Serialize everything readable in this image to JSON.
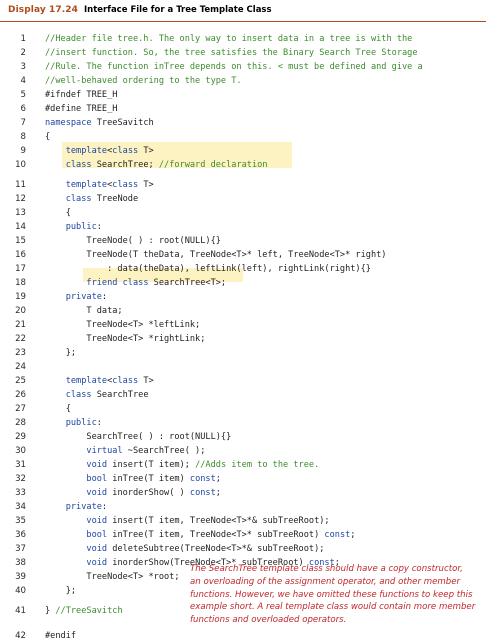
{
  "display_label": "Display 17.24",
  "display_title": "Interface File for a Tree Template Class",
  "lines": [
    {
      "n": "1",
      "code": [
        [
          "c",
          "//Header file tree.h. The only way to insert data in a tree is with the"
        ]
      ]
    },
    {
      "n": "2",
      "code": [
        [
          "c",
          "//insert function. So, the tree satisfies the Binary Search Tree Storage"
        ]
      ]
    },
    {
      "n": "3",
      "code": [
        [
          "c",
          "//Rule. The function inTree depends on this. < must be defined and give a"
        ]
      ]
    },
    {
      "n": "4",
      "code": [
        [
          "c",
          "//well-behaved ordering to the type T."
        ]
      ]
    },
    {
      "n": "5",
      "code": [
        [
          "t",
          "#ifndef TREE_H"
        ]
      ]
    },
    {
      "n": "6",
      "code": [
        [
          "t",
          "#define TREE_H"
        ]
      ]
    },
    {
      "n": "7",
      "code": [
        [
          "k",
          "namespace"
        ],
        [
          "t",
          " TreeSavitch"
        ]
      ]
    },
    {
      "n": "8",
      "code": [
        [
          "t",
          "{"
        ]
      ]
    },
    {
      "n": "9",
      "code": [
        [
          "t",
          "    "
        ],
        [
          "k",
          "template"
        ],
        [
          "t",
          "<"
        ],
        [
          "k",
          "class"
        ],
        [
          "t",
          " T>"
        ]
      ]
    },
    {
      "n": "10",
      "code": [
        [
          "t",
          "    "
        ],
        [
          "k",
          "class"
        ],
        [
          "t",
          " SearchTree; "
        ],
        [
          "c",
          "//forward declaration"
        ]
      ]
    },
    {
      "n": "11",
      "code": [
        [
          "t",
          "    "
        ],
        [
          "k",
          "template"
        ],
        [
          "t",
          "<"
        ],
        [
          "k",
          "class"
        ],
        [
          "t",
          " T>"
        ]
      ]
    },
    {
      "n": "12",
      "code": [
        [
          "t",
          "    "
        ],
        [
          "k",
          "class"
        ],
        [
          "t",
          " TreeNode"
        ]
      ]
    },
    {
      "n": "13",
      "code": [
        [
          "t",
          "    {"
        ]
      ]
    },
    {
      "n": "14",
      "code": [
        [
          "t",
          "    "
        ],
        [
          "k",
          "public"
        ],
        [
          "t",
          ":"
        ]
      ]
    },
    {
      "n": "15",
      "code": [
        [
          "t",
          "        TreeNode( ) : root(NULL){}"
        ]
      ]
    },
    {
      "n": "16",
      "code": [
        [
          "t",
          "        TreeNode(T theData, TreeNode<T>* left, TreeNode<T>* right)"
        ]
      ]
    },
    {
      "n": "17",
      "code": [
        [
          "t",
          "            : data(theData), leftLink(left), rightLink(right){}"
        ]
      ]
    },
    {
      "n": "18",
      "code": [
        [
          "t",
          "        "
        ],
        [
          "k",
          "friend class"
        ],
        [
          "t",
          " SearchTree<T>;"
        ]
      ]
    },
    {
      "n": "19",
      "code": [
        [
          "t",
          "    "
        ],
        [
          "k",
          "private"
        ],
        [
          "t",
          ":"
        ]
      ]
    },
    {
      "n": "20",
      "code": [
        [
          "t",
          "        T data;"
        ]
      ]
    },
    {
      "n": "21",
      "code": [
        [
          "t",
          "        TreeNode<T> *leftLink;"
        ]
      ]
    },
    {
      "n": "22",
      "code": [
        [
          "t",
          "        TreeNode<T> *rightLink;"
        ]
      ]
    },
    {
      "n": "23",
      "code": [
        [
          "t",
          "    };"
        ]
      ]
    },
    {
      "n": "24",
      "code": []
    },
    {
      "n": "25",
      "code": [
        [
          "t",
          "    "
        ],
        [
          "k",
          "template"
        ],
        [
          "t",
          "<"
        ],
        [
          "k",
          "class"
        ],
        [
          "t",
          " T>"
        ]
      ]
    },
    {
      "n": "26",
      "code": [
        [
          "t",
          "    "
        ],
        [
          "k",
          "class"
        ],
        [
          "t",
          " SearchTree"
        ]
      ]
    },
    {
      "n": "27",
      "code": [
        [
          "t",
          "    {"
        ]
      ]
    },
    {
      "n": "28",
      "code": [
        [
          "t",
          "    "
        ],
        [
          "k",
          "public"
        ],
        [
          "t",
          ":"
        ]
      ]
    },
    {
      "n": "29",
      "code": [
        [
          "t",
          "        SearchTree( ) : root(NULL){}"
        ]
      ]
    },
    {
      "n": "30",
      "code": [
        [
          "t",
          "        "
        ],
        [
          "k",
          "virtual"
        ],
        [
          "t",
          " ~SearchTree( );"
        ]
      ]
    },
    {
      "n": "31",
      "code": [
        [
          "t",
          "        "
        ],
        [
          "k",
          "void"
        ],
        [
          "t",
          " insert(T item); "
        ],
        [
          "c",
          "//Adds item to the tree."
        ]
      ]
    },
    {
      "n": "32",
      "code": [
        [
          "t",
          "        "
        ],
        [
          "k",
          "bool"
        ],
        [
          "t",
          " inTree(T item) "
        ],
        [
          "k",
          "const"
        ],
        [
          "t",
          ";"
        ]
      ]
    },
    {
      "n": "33",
      "code": [
        [
          "t",
          "        "
        ],
        [
          "k",
          "void"
        ],
        [
          "t",
          " inorderShow( ) "
        ],
        [
          "k",
          "const"
        ],
        [
          "t",
          ";"
        ]
      ]
    },
    {
      "n": "34",
      "code": [
        [
          "t",
          "    "
        ],
        [
          "k",
          "private"
        ],
        [
          "t",
          ":"
        ]
      ]
    },
    {
      "n": "35",
      "code": [
        [
          "t",
          "        "
        ],
        [
          "k",
          "void"
        ],
        [
          "t",
          " insert(T item, TreeNode<T>*& subTreeRoot);"
        ]
      ]
    },
    {
      "n": "36",
      "code": [
        [
          "t",
          "        "
        ],
        [
          "k",
          "bool"
        ],
        [
          "t",
          " inTree(T item, TreeNode<T>* subTreeRoot) "
        ],
        [
          "k",
          "const"
        ],
        [
          "t",
          ";"
        ]
      ]
    },
    {
      "n": "37",
      "code": [
        [
          "t",
          "        "
        ],
        [
          "k",
          "void"
        ],
        [
          "t",
          " deleteSubtree(TreeNode<T>*& subTreeRoot);"
        ]
      ]
    },
    {
      "n": "38",
      "code": [
        [
          "t",
          "        "
        ],
        [
          "k",
          "void"
        ],
        [
          "t",
          " inorderShow(TreeNode<T>* subTreeRoot) "
        ],
        [
          "k",
          "const"
        ],
        [
          "t",
          ";"
        ]
      ]
    },
    {
      "n": "39",
      "code": [
        [
          "t",
          "        TreeNode<T> *root;"
        ]
      ]
    },
    {
      "n": "40",
      "code": [
        [
          "t",
          "    };"
        ]
      ]
    },
    {
      "n": "41",
      "code": [
        [
          "t",
          "} "
        ],
        [
          "c",
          "//TreeSavitch"
        ]
      ]
    },
    {
      "n": "42",
      "code": [
        [
          "t",
          "#endif"
        ]
      ]
    }
  ],
  "note": [
    "The SearchTree template class should have a copy constructor,",
    "an overloading of the assignment operator, and other member",
    "functions. However, we have omitted these functions to keep this",
    "example short. A real template class would contain more member",
    "functions and overloaded operators."
  ]
}
